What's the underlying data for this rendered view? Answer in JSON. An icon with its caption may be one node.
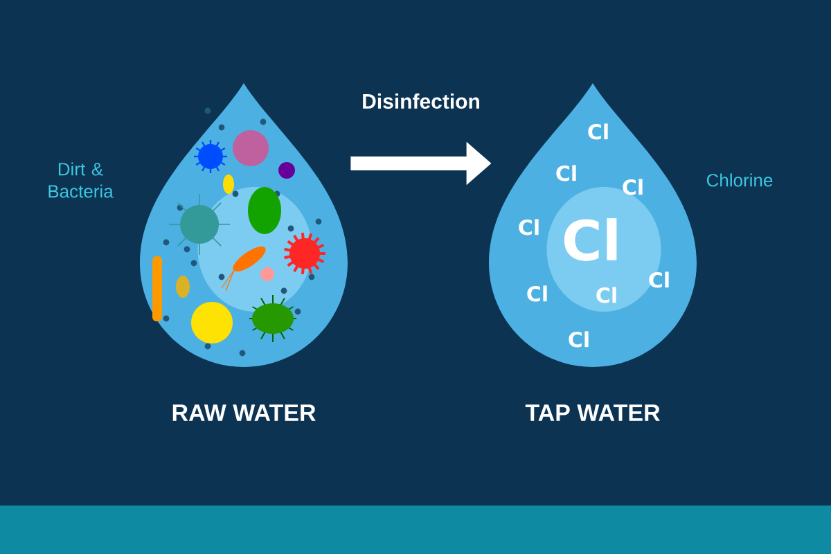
{
  "diagram": {
    "nodes": [
      {
        "text": [
          "RAW WATER"
        ],
        "beside": [
          "Dirt & Bacteria"
        ]
      },
      {
        "text": [
          "Cl",
          "Cl",
          "Cl",
          "Cl",
          "Cl",
          "Cl",
          "Cl",
          "Cl",
          "Cl",
          "TAP WATER"
        ],
        "beside": [
          "Chlorine"
        ]
      }
    ],
    "edges": [
      {
        "from": 0,
        "to": 1,
        "arrow": "to",
        "label": "Disinfection"
      }
    ]
  }
}
